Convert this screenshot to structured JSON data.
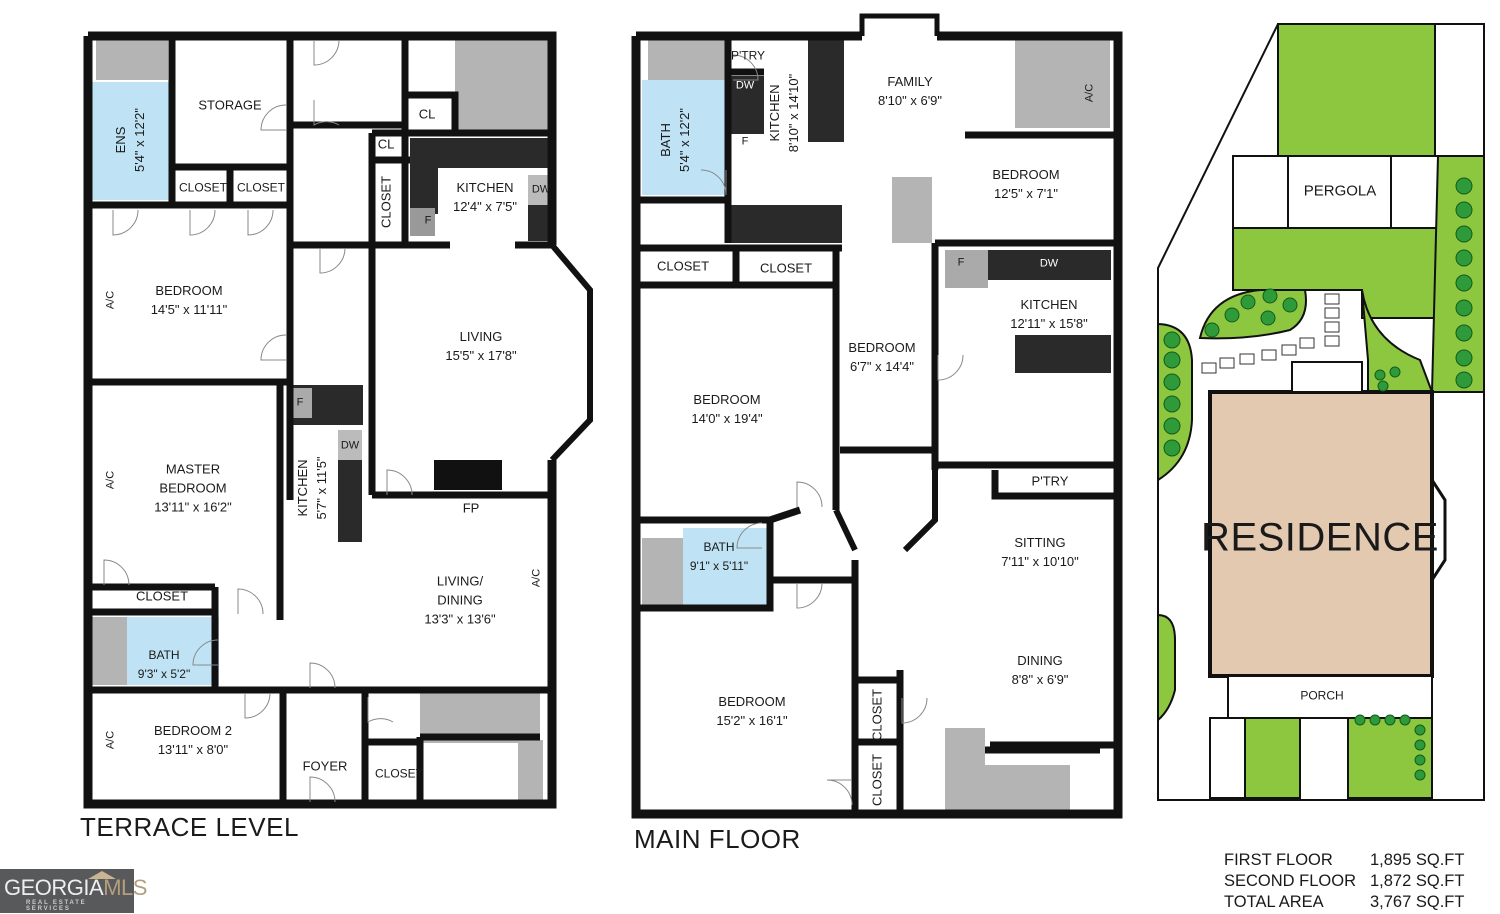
{
  "terrace_level": {
    "title": "TERRACE LEVEL",
    "rooms": [
      {
        "name": "ENS",
        "dims": "5'4\" x 12'2\""
      },
      {
        "name": "STORAGE",
        "dims": ""
      },
      {
        "name": "CLOSET",
        "dims": ""
      },
      {
        "name": "CLOSET",
        "dims": ""
      },
      {
        "name": "CL",
        "dims": ""
      },
      {
        "name": "CL",
        "dims": ""
      },
      {
        "name": "CLOSET",
        "dims": ""
      },
      {
        "name": "KITCHEN",
        "dims": "12'4\" x 7'5\""
      },
      {
        "name": "BEDROOM",
        "dims": "14'5\" x 11'11\""
      },
      {
        "name": "LIVING",
        "dims": "15'5\" x 17'8\""
      },
      {
        "name": "MASTER",
        "name2": "BEDROOM",
        "dims": "13'11\" x 16'2\""
      },
      {
        "name": "KITCHEN",
        "dims": "5'7\" x 11'5\""
      },
      {
        "name": "LIVING/",
        "name2": "DINING",
        "dims": "13'3\" x 13'6\""
      },
      {
        "name": "CLOSET",
        "dims": ""
      },
      {
        "name": "BATH",
        "dims": "9'3\" x 5'2\""
      },
      {
        "name": "BEDROOM 2",
        "dims": "13'11\" x 8'0\""
      },
      {
        "name": "FOYER",
        "dims": ""
      },
      {
        "name": "CLOSET",
        "dims": ""
      }
    ],
    "tags": {
      "fp": "FP",
      "ac": "A/C",
      "f": "F",
      "dw": "DW"
    }
  },
  "main_floor": {
    "title": "MAIN FLOOR",
    "rooms": [
      {
        "name": "P'TRY",
        "dims": ""
      },
      {
        "name": "BATH",
        "dims": "5'4\" x 12'2\""
      },
      {
        "name": "KITCHEN",
        "dims": "8'10\" x 14'10\""
      },
      {
        "name": "FAMILY",
        "dims": "8'10\" x 6'9\""
      },
      {
        "name": "BEDROOM",
        "dims": "12'5\" x 7'1\""
      },
      {
        "name": "CLOSET",
        "dims": ""
      },
      {
        "name": "CLOSET",
        "dims": ""
      },
      {
        "name": "KITCHEN",
        "dims": "12'11\" x 15'8\""
      },
      {
        "name": "BEDROOM",
        "dims": "6'7\" x 14'4\""
      },
      {
        "name": "BEDROOM",
        "dims": "14'0\" x 19'4\""
      },
      {
        "name": "P'TRY",
        "dims": ""
      },
      {
        "name": "BATH",
        "dims": "9'1\" x 5'11\""
      },
      {
        "name": "SITTING",
        "dims": "7'11\" x 10'10\""
      },
      {
        "name": "DINING",
        "dims": "8'8\" x 6'9\""
      },
      {
        "name": "BEDROOM",
        "dims": "15'2\" x 16'1\""
      },
      {
        "name": "CLOSET",
        "dims": ""
      },
      {
        "name": "CLOSET",
        "dims": ""
      }
    ],
    "tags": {
      "ac": "A/C",
      "f": "F",
      "dw": "DW"
    }
  },
  "site_plan": {
    "pergola": "PERGOLA",
    "residence": "RESIDENCE",
    "porch": "PORCH"
  },
  "area_summary": [
    {
      "label": "FIRST FLOOR",
      "value": "1,895 SQ.FT"
    },
    {
      "label": "SECOND FLOOR",
      "value": "1,872 SQ.FT"
    },
    {
      "label": "TOTAL AREA",
      "value": "3,767 SQ.FT"
    }
  ],
  "logo": {
    "main_a": "GEORGIA",
    "main_b": "MLS",
    "sub": "REAL ESTATE SERVICES"
  },
  "colors": {
    "wall": "#111111",
    "bath": "#bfe3f5",
    "grass": "#8dc63f",
    "tree": "#2e9a3a",
    "residence": "#e3c9b0",
    "stairs": "#b4b4b4",
    "counter": "#2a2a2a"
  }
}
